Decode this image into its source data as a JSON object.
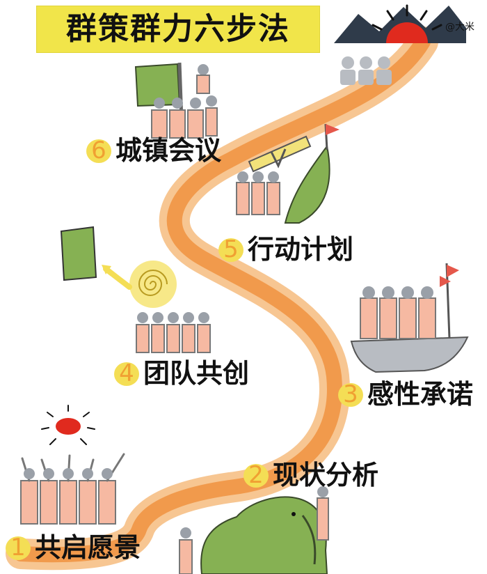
{
  "title": "群策群力六步法",
  "signature": "@大米",
  "steps": [
    {
      "number": "1",
      "label": "共启愿景"
    },
    {
      "number": "2",
      "label": "现状分析"
    },
    {
      "number": "3",
      "label": "感性承诺"
    },
    {
      "number": "4",
      "label": "团队共创"
    },
    {
      "number": "5",
      "label": "行动计划"
    },
    {
      "number": "6",
      "label": "城镇会议"
    }
  ],
  "colors": {
    "title_bg": "#f1e54a",
    "path": "#f19a4c",
    "number": "#f0a032",
    "number_bg": "#f4de55",
    "people": "#f6b9a2",
    "flag_green": "#86b153",
    "flag_red": "#e5584b",
    "elephant": "#86b153",
    "boat": "#b8bcc2",
    "sun": "#e02a1e",
    "mountain": "#2f3b4a"
  },
  "icons": [
    "mountain-sunrise-icon",
    "team-with-flag-icon",
    "telescope-icon",
    "hill-flag-icon",
    "brainstorm-spiral-icon",
    "green-flag-icon",
    "boat-icon",
    "elephant-icon",
    "cheering-crowd-icon",
    "sun-icon"
  ]
}
